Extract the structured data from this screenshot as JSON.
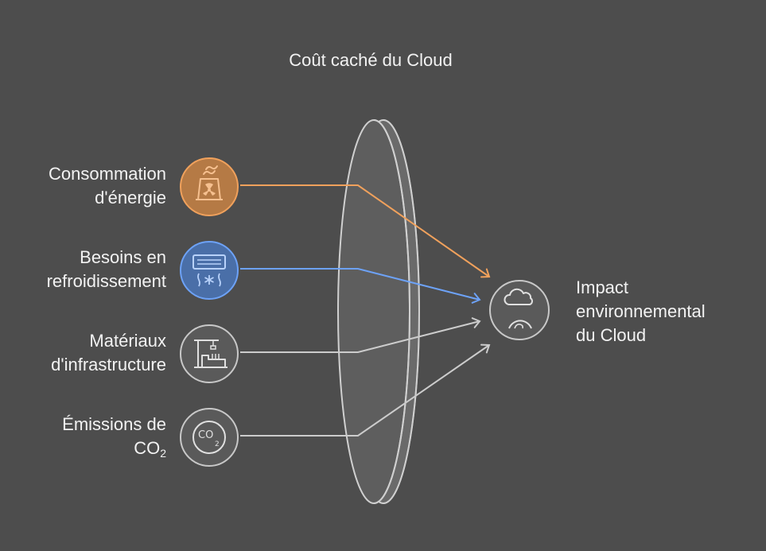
{
  "title": "Coût caché du Cloud",
  "inputs": [
    {
      "line1": "Consommation",
      "line2": "d'énergie",
      "icon": "power-plant-icon",
      "color": "#f0a15c"
    },
    {
      "line1": "Besoins en",
      "line2": "refroidissement",
      "icon": "air-conditioner-icon",
      "color": "#6da2f7"
    },
    {
      "line1": "Matériaux",
      "line2": "d'infrastructure",
      "icon": "factory-crane-icon",
      "color": "#cccccc"
    },
    {
      "line1": "Émissions de",
      "line2": "CO",
      "line2_sub": "2",
      "icon": "co2-icon",
      "color": "#cccccc"
    }
  ],
  "output": {
    "line1": "Impact",
    "line2": "environnemental",
    "line3": "du Cloud",
    "icon": "earth-cloud-icon"
  }
}
